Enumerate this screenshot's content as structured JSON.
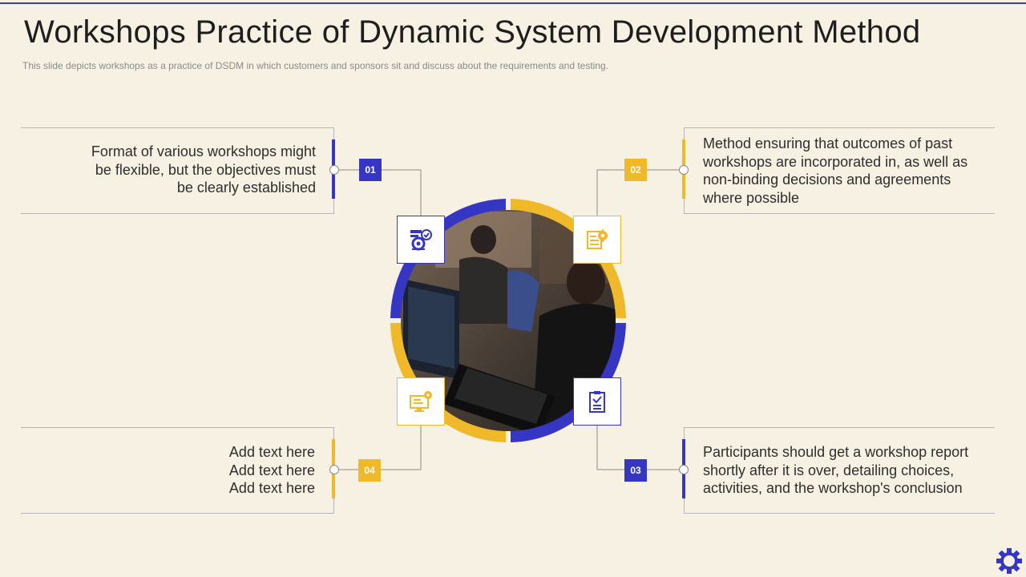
{
  "slide": {
    "title": "Workshops Practice of Dynamic System Development Method",
    "subtitle": "This slide depicts workshops as a practice of DSDM in which customers and sponsors sit and discuss about the requirements and testing."
  },
  "colors": {
    "blue": "#3636c4",
    "yellow": "#f0b92a",
    "background": "#f7f1e3"
  },
  "steps": [
    {
      "number": "01",
      "color": "blue",
      "icon": "gear-check-icon",
      "lines": [
        "Format of various workshops might",
        "be flexible, but the objectives must",
        "be clearly established"
      ]
    },
    {
      "number": "02",
      "color": "yellow",
      "icon": "document-gear-icon",
      "lines": [
        "Method ensuring that outcomes of past",
        "workshops are incorporated in, as well as",
        "non-binding decisions and agreements",
        "where possible"
      ]
    },
    {
      "number": "03",
      "color": "blue",
      "icon": "clipboard-check-icon",
      "lines": [
        "Participants should get a workshop report",
        "shortly after it is over, detailing choices,",
        "activities, and the workshop's conclusion"
      ]
    },
    {
      "number": "04",
      "color": "yellow",
      "icon": "monitor-gear-icon",
      "lines": [
        "Add text here",
        "Add text here",
        "Add text here"
      ]
    }
  ]
}
